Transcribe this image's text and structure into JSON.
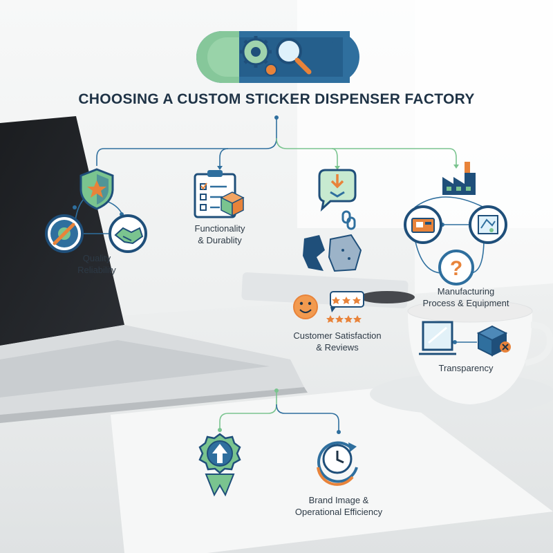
{
  "header": {
    "title": "CHOOSING A CUSTOM STICKER DISPENSER FACTORY"
  },
  "nodes": {
    "quality": {
      "label": "Quality\nReliability"
    },
    "functionality": {
      "label": "Functionality\n& Durablity"
    },
    "customer": {
      "label": "Customer Satisfaction\n& Reviews"
    },
    "manufacturing": {
      "label": "Manufacturing\nProcess & Equipment"
    },
    "transparency": {
      "label": "Transparency"
    },
    "brand": {
      "label": "Brand Image &\nOperational Efficiency"
    }
  },
  "colors": {
    "navy": "#1f4f7a",
    "blue": "#2f6f9e",
    "green": "#7ac48f",
    "orange": "#e8833a",
    "text": "#2d3a46"
  },
  "icons": [
    "gears-icon",
    "magnifier-icon",
    "shield-star-icon",
    "wrench-gear-icon",
    "handshake-icon",
    "clipboard-checklist-icon",
    "box-icon",
    "chat-download-icon",
    "chain-link-icon",
    "broken-pieces-icon",
    "smiley-icon",
    "star-rating-icon",
    "factory-icon",
    "machine-icon",
    "blueprint-icon",
    "question-icon",
    "monitor-icon",
    "package-icon",
    "award-badge-icon",
    "clock-cycle-icon"
  ]
}
